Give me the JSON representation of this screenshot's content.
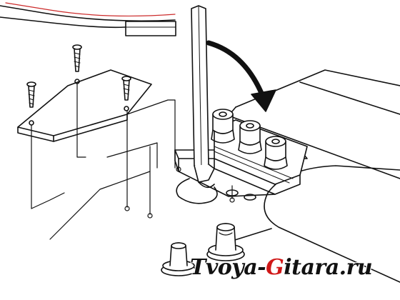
{
  "watermark": {
    "prefix": "Tvoya-",
    "accent_letter": "G",
    "suffix": "itara.ru",
    "accent_color": "#d01818",
    "text_color": "#111111"
  },
  "illustration": {
    "style": "black line art on white",
    "line_color": "#111111",
    "string_color": "#cc2b2b",
    "parts": [
      "guitar-body-edge-with-red-string",
      "string-clamp-cover-plate",
      "mounting-screw",
      "allen-key",
      "turn-direction-arrow",
      "locking-nut-with-three-clamp-bolts",
      "guitar-neck",
      "strap-button"
    ]
  }
}
